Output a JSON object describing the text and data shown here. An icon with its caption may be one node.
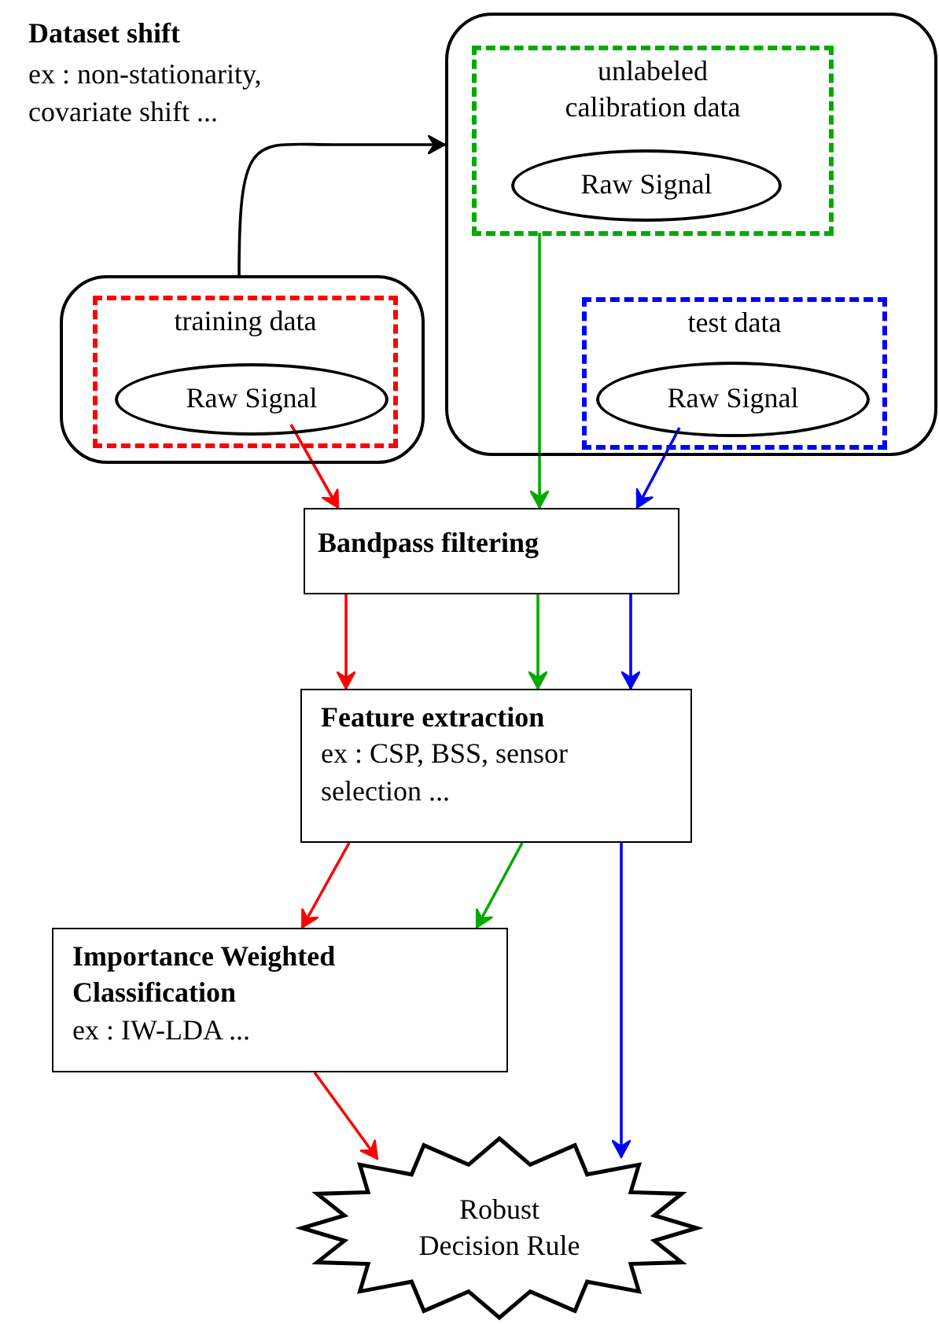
{
  "diagram": {
    "nodes": [
      {
        "text": [],
        "shape": "box"
      },
      {
        "text": [
          "unlabeled calibration data"
        ],
        "in": 0
      },
      {
        "text": [
          "Raw Signal"
        ],
        "in": 1
      },
      {
        "text": [
          "test data"
        ],
        "in": 0
      },
      {
        "text": [
          "Raw Signal"
        ],
        "in": 3
      },
      {
        "text": [],
        "shape": "box"
      },
      {
        "text": [
          "training data"
        ],
        "in": 5
      },
      {
        "text": [
          "Raw Signal"
        ],
        "in": 6
      },
      {
        "text": [
          "Bandpass filtering"
        ]
      },
      {
        "text": [
          "Feature extraction",
          "ex : CSP, BSS, sensor selection ..."
        ]
      },
      {
        "text": [
          "Importance Weighted Classification",
          "ex : IW-LDA ..."
        ]
      },
      {
        "text": [
          "Robust Decision Rule"
        ]
      }
    ],
    "edges": [
      {
        "from": 5,
        "to": 0,
        "arrow": "to",
        "color": "#000000"
      },
      {
        "from": 7,
        "to": 8,
        "arrow": "to",
        "color": "#ff0000"
      },
      {
        "from": 1,
        "to": 8,
        "arrow": "to",
        "color": "#00aa00"
      },
      {
        "from": 4,
        "to": 8,
        "arrow": "to",
        "color": "#0000ff"
      },
      {
        "from": 8,
        "to": 9,
        "arrow": "to",
        "color": "#ff0000"
      },
      {
        "from": 8,
        "to": 9,
        "arrow": "to",
        "color": "#00aa00"
      },
      {
        "from": 8,
        "to": 9,
        "arrow": "to",
        "color": "#0000ff"
      },
      {
        "from": 9,
        "to": 10,
        "arrow": "to",
        "color": "#ff0000"
      },
      {
        "from": 9,
        "to": 10,
        "arrow": "to",
        "color": "#00aa00"
      },
      {
        "from": 9,
        "to": 11,
        "arrow": "to",
        "color": "#0000ff"
      },
      {
        "from": 10,
        "to": 11,
        "arrow": "to",
        "color": "#ff0000"
      }
    ],
    "labels": [
      "Dataset shift",
      "ex : non-stationarity, covariate shift ..."
    ]
  }
}
